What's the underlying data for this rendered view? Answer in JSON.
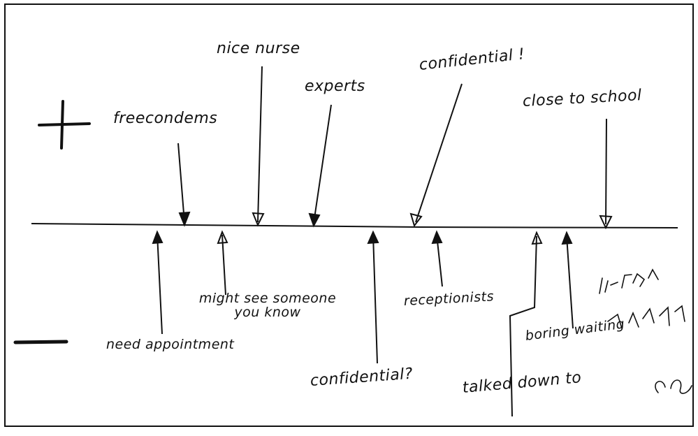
{
  "diagram": {
    "symbols": {
      "positive": "plus-sign",
      "negative": "minus-sign"
    },
    "positives": [
      {
        "id": "free-condoms",
        "label": "freecondems"
      },
      {
        "id": "nice-nurse",
        "label": "nice nurse"
      },
      {
        "id": "experts",
        "label": "experts"
      },
      {
        "id": "confidential-positive",
        "label": "confidential !"
      },
      {
        "id": "close-to-school",
        "label": "close to school"
      }
    ],
    "negatives": [
      {
        "id": "need-appointment",
        "label": "need appointment"
      },
      {
        "id": "might-see-someone",
        "label_line1": "might see someone",
        "label_line2": "you know"
      },
      {
        "id": "confidential-question",
        "label": "confidential?"
      },
      {
        "id": "receptionists",
        "label": "receptionists"
      },
      {
        "id": "talked-down-to",
        "label": "talked down to"
      },
      {
        "id": "boring-waiting",
        "label": "boring waiting"
      }
    ],
    "ink_color": "#111111"
  }
}
